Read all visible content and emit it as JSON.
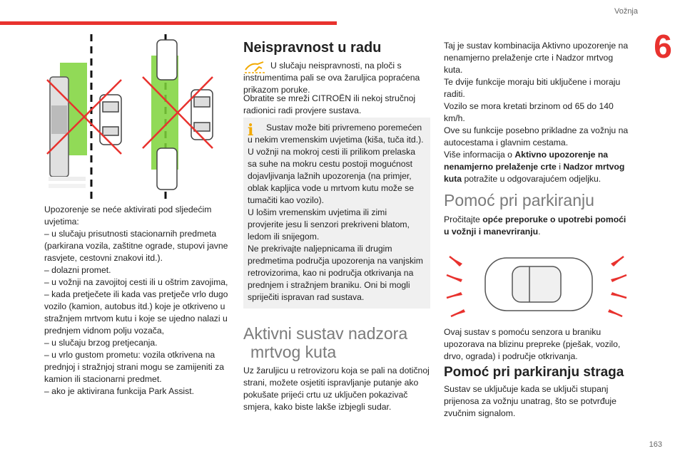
{
  "header": {
    "chapter": "Vožnja",
    "chapter_number": "6",
    "page": "163"
  },
  "colors": {
    "accent": "#e8322e",
    "info": "#f2a900",
    "car_green": "#7ed33a"
  },
  "col1": {
    "paragraph": [
      "Upozorenje se neće aktivirati pod sljedećim uvjetima:",
      "– u slučaju prisutnosti stacionarnih predmeta (parkirana vozila, zaštitne ograde, stupovi javne rasvjete, cestovni znakovi itd.).",
      "– dolazni promet.",
      "– u vožnji na zavojitoj cesti ili u oštrim zavojima,",
      "– kada pretječete ili kada vas pretječe vrlo dugo vozilo (kamion, autobus itd.) koje je otkriveno u stražnjem mrtvom kutu i koje se ujedno nalazi u prednjem vidnom polju vozača,",
      "– u slučaju brzog pretjecanja.",
      "– u vrlo gustom prometu: vozila otkrivena na prednjoj i stražnjoj strani mogu se zamijeniti za kamion ili stacionarni predmet.",
      "– ako je aktivirana funkcija Park Assist."
    ]
  },
  "col2": {
    "heading": "Neispravnost u radu",
    "intro_a": "U slučaju neispravnosti, na ploči s instrumentima pali se ova žaruljica popraćena prikazom poruke.",
    "intro_b": "Obratite se mreži CITROËN ili nekoj stručnoj radionici radi provjere sustava.",
    "info": [
      "Sustav može biti privremeno poremećen u nekim vremenskim uvjetima (kiša, tuča itd.).",
      "U vožnji na mokroj cesti ili prilikom prelaska sa suhe na mokru cestu postoji mogućnost dojavljivanja lažnih upozorenja (na primjer, oblak kapljica vode u mrtvom kutu može se tumačiti kao vozilo).",
      "U lošim vremenskim uvjetima ili zimi provjerite jesu li senzori prekriveni blatom, ledom ili snijegom.",
      "Ne prekrivajte naljepnicama ili drugim predmetima područja upozorenja na vanjskim retrovizorima, kao ni područja otkrivanja na prednjem i stražnjem braniku. Oni bi mogli spriječiti ispravan rad sustava."
    ],
    "heading2_line1": "Aktivni sustav nadzora",
    "heading2_line2": "mrtvog kuta",
    "para2": "Uz žaruljicu u retrovizoru koja se pali na dotičnoj strani, možete osjetiti ispravljanje putanje ako pokušate prijeći crtu uz uključen pokazivač smjera, kako biste lakše izbjegli sudar."
  },
  "col3": {
    "p1": [
      "Taj je sustav kombinacija Aktivno upozorenje na nenamjerno prelaženje crte i Nadzor mrtvog kuta.",
      "Te dvije funkcije moraju biti uključene i moraju raditi.",
      "Vozilo se mora kretati brzinom od 65 do 140 km/h.",
      "Ove su funkcije posebno prikladne za vožnju na autocestama i glavnim cestama."
    ],
    "p1_more_a": "Više informacija o ",
    "p1_more_b": "Aktivno upozorenje na nenamjerno prelaženje crte",
    "p1_more_c": " i ",
    "p1_more_d": "Nadzor mrtvog kuta",
    "p1_more_e": " potražite u odgovarajućem odjeljku.",
    "heading": "Pomoć pri parkiranju",
    "p2_a": "Pročitajte ",
    "p2_b": "opće preporuke o upotrebi pomoći u vožnji i manevriranju",
    "p2_c": ".",
    "p3": "Ovaj sustav s pomoću senzora u braniku upozorava na blizinu prepreke (pješak, vozilo, drvo, ograda) i područje otkrivanja.",
    "heading2": "Pomoć pri parkiranju straga",
    "p4": "Sustav se uključuje kada se uključi stupanj prijenosa za vožnju unatrag, što se potvrđuje zvučnim signalom."
  }
}
